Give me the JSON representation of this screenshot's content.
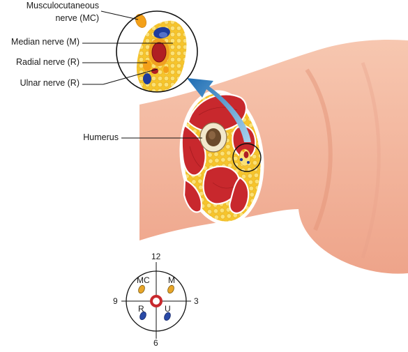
{
  "labels": {
    "musculocutaneous_line1": "Musculocutaneous",
    "musculocutaneous_line2": "nerve (MC)",
    "median": "Median nerve (M)",
    "radial": "Radial nerve (R)",
    "ulnar": "Ulnar nerve (R)",
    "humerus": "Humerus"
  },
  "clock": {
    "twelve": "12",
    "three": "3",
    "six": "6",
    "nine": "9",
    "mc": "MC",
    "m": "M",
    "r": "R",
    "u": "U"
  },
  "colors": {
    "skin": "#f4b8a0",
    "skin_shade": "#e79c84",
    "fat": "#f6c72e",
    "muscle": "#c8282d",
    "muscle_dark": "#8f1418",
    "bone": "#e6d8b2",
    "marrow": "#6b4a2c",
    "arrow": "#2f7fbf",
    "nerve_yellow": "#f3a019",
    "nerve_blue": "#1f3d9c"
  }
}
